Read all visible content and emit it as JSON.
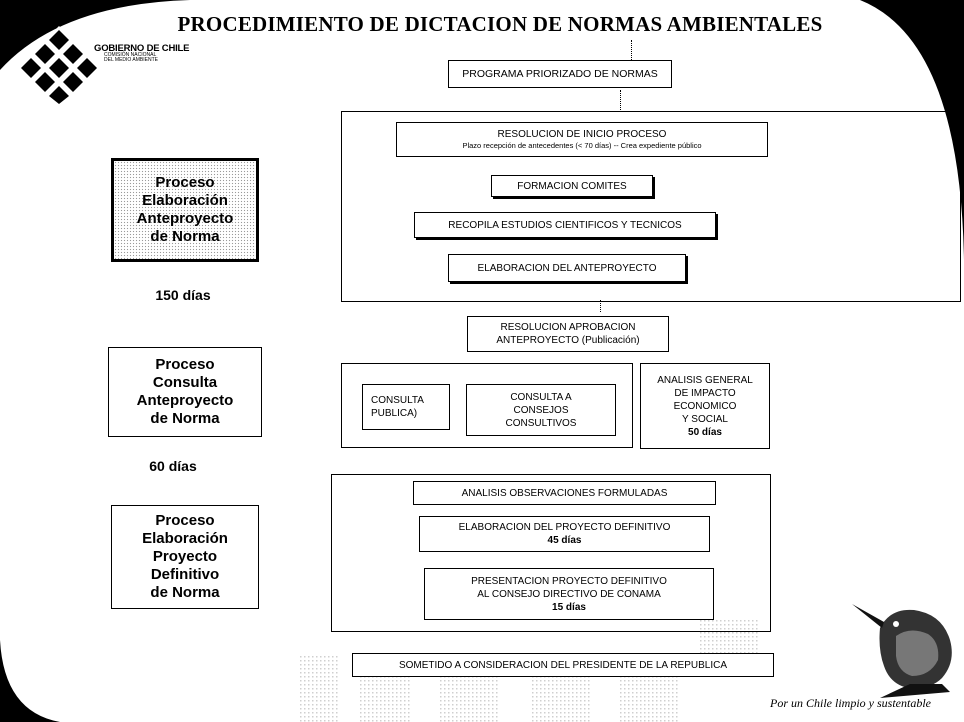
{
  "title": "PROCEDIMIENTO DE DICTACION DE NORMAS AMBIENTALES",
  "org": {
    "name": "GOBIERNO DE CHILE",
    "line1": "COMISIÓN NACIONAL",
    "line2": "DEL MEDIO AMBIENTE"
  },
  "phases": [
    {
      "label_lines": [
        "Proceso",
        "Elaboración",
        "Anteproyecto",
        "de Norma"
      ],
      "days": "150 días"
    },
    {
      "label_lines": [
        "Proceso",
        "Consulta",
        "Anteproyecto",
        "de Norma"
      ],
      "days": "60 días"
    },
    {
      "label_lines": [
        "Proceso",
        "Elaboración",
        "Proyecto",
        "Definitivo",
        "de Norma"
      ]
    }
  ],
  "steps": {
    "programa": "PROGRAMA PRIORIZADO DE NORMAS",
    "resolucion_inicio": "RESOLUCION DE INICIO PROCESO",
    "resolucion_inicio_sub": "Plazo recepción de antecedentes (< 70 días) -- Crea expediente público",
    "formacion": "FORMACION COMITES",
    "recopila": "RECOPILA ESTUDIOS CIENTIFICOS Y TECNICOS",
    "elaboracion_ante": "ELABORACION DEL ANTEPROYECTO",
    "aprobacion_1": "RESOLUCION APROBACION",
    "aprobacion_2": "ANTEPROYECTO (Publicación)",
    "consulta_publica_1": "CONSULTA",
    "consulta_publica_2": "PUBLICA)",
    "consejos_1": "CONSULTA A",
    "consejos_2": "CONSEJOS",
    "consejos_3": "CONSULTIVOS",
    "analisis_1": "ANALISIS GENERAL",
    "analisis_2": "DE IMPACTO",
    "analisis_3": "ECONOMICO",
    "analisis_4": "Y SOCIAL",
    "analisis_days": "50 días",
    "observaciones": "ANALISIS OBSERVACIONES FORMULADAS",
    "proyecto_def": "ELABORACION DEL PROYECTO DEFINITIVO",
    "proyecto_def_days": "45 días",
    "presentacion_1": "PRESENTACION PROYECTO DEFINITIVO",
    "presentacion_2": "AL CONSEJO DIRECTIVO DE CONAMA",
    "presentacion_days": "15 días",
    "presidente": "SOMETIDO A CONSIDERACION DEL PRESIDENTE DE LA REPUBLICA"
  },
  "slogan": "Por un Chile limpio y sustentable",
  "colors": {
    "frame": "#000000",
    "background": "#ffffff"
  }
}
